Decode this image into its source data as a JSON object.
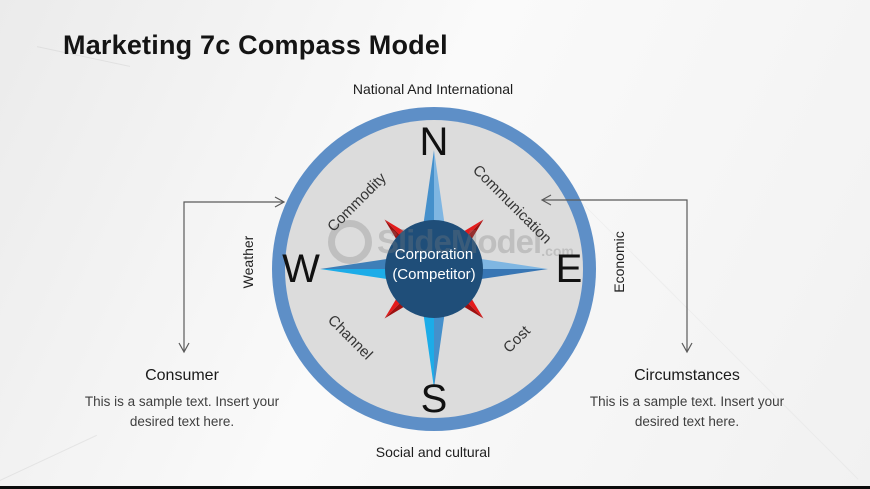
{
  "slide": {
    "title": "Marketing 7c Compass Model",
    "watermark": {
      "text": "SlideModel",
      "suffix": ".com"
    }
  },
  "compass": {
    "top_label": "National And International",
    "bottom_label": "Social and cultural",
    "left_label": "Weather",
    "right_label": "Economic",
    "directions": {
      "north": "N",
      "south": "S",
      "west": "W",
      "east": "E"
    },
    "quadrants": {
      "nw": "Commodity",
      "ne": "Communication",
      "sw": "Channel",
      "se": "Cost"
    },
    "center": {
      "line1": "Corporation",
      "line2": "(Competitor)"
    }
  },
  "callouts": {
    "left": {
      "heading": "Consumer",
      "body": "This is a sample text. Insert your desired text here."
    },
    "right": {
      "heading": "Circumstances",
      "body": "This is a sample text. Insert your desired text here."
    }
  },
  "colors": {
    "ring_blue": "#5E8FC7",
    "inner_gray": "#DCDCDC",
    "center_navy": "#1F4E79",
    "arm_medium_blue": "#4590CB",
    "arm_light_blue": "#7FB6E2",
    "arm_cyan": "#1CACE8",
    "arm_steel": "#3876B4",
    "point_red": "#E41B1B",
    "point_dark_red": "#9E1111",
    "connector_gray": "#5A5A5A"
  }
}
